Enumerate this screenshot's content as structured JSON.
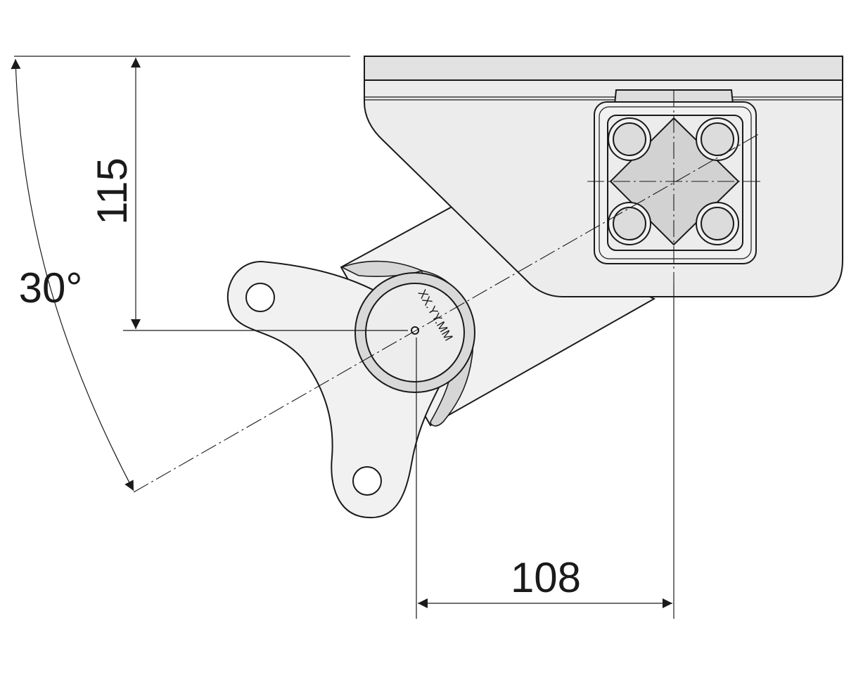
{
  "dimensions": {
    "height": "115",
    "width": "108",
    "angle": "30°"
  },
  "marking": "XX.YY.MM"
}
